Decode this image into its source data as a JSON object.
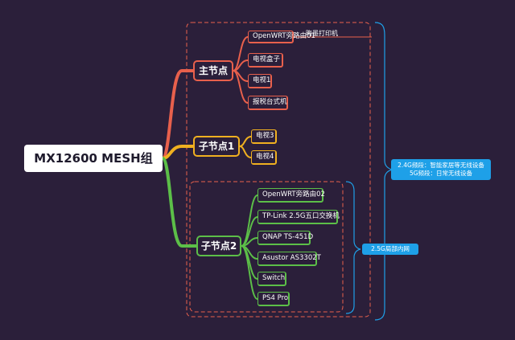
{
  "root": {
    "label": "MX12600 MESH组"
  },
  "branches": [
    {
      "label": "主节点",
      "color": "#e8604c",
      "children": [
        "OpenWRT旁路由01",
        "电视盒子",
        "电视1",
        "报税台式机"
      ]
    },
    {
      "label": "子节点1",
      "color": "#f0b020",
      "children": [
        "电视3",
        "电视4"
      ]
    },
    {
      "label": "子节点2",
      "color": "#5cbf48",
      "children": [
        "OpenWRT旁路由02",
        "TP-Link 2.5G五口交换机",
        "QNAP TS-451D",
        "Asustor AS3302T",
        "Switch",
        "PS4 Pro"
      ]
    }
  ],
  "annotations": {
    "printer_note": "晦墨打印机",
    "wifi_tag_line1": "2.4G频段：智能家居等无线设备",
    "wifi_tag_line2": "5G频段：日常无线设备",
    "lan_tag": "2.5G局部内网"
  },
  "colors": {
    "background": "#2b1f3a",
    "dashed_box": "#e8604c",
    "bracket": "#1ea0e8"
  }
}
